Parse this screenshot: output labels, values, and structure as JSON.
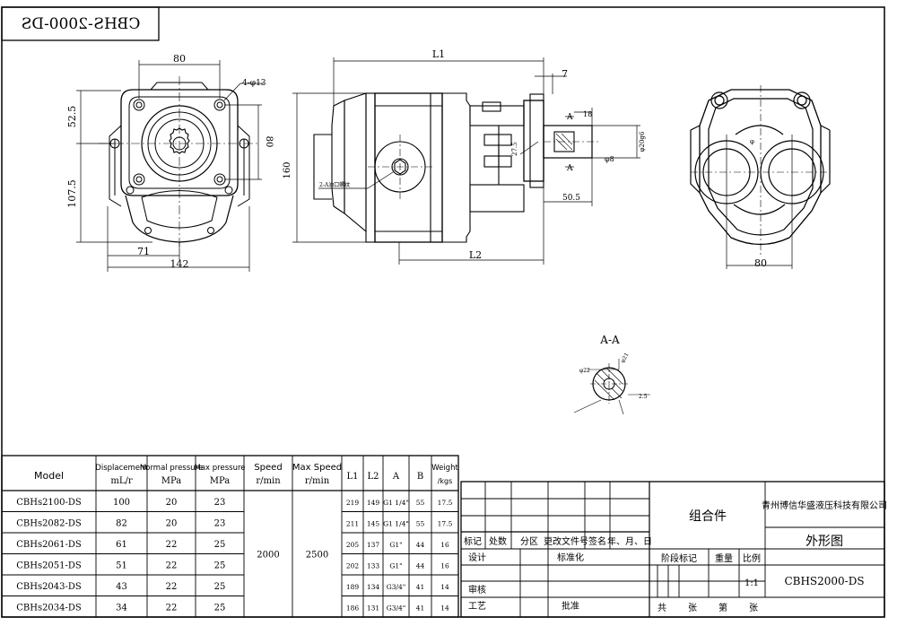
{
  "title_box": "CBHS-2000-DS",
  "views": {
    "front": {
      "dim_80": "80",
      "dim_52_5": "52.5",
      "dim_107_5": "107.5",
      "dim_80_v": "80",
      "dim_71": "71",
      "dim_142": "142",
      "holes": "4-φ13"
    },
    "side": {
      "L1": "L1",
      "L2": "L2",
      "dim_7": "7",
      "dim_160": "160",
      "dim_50_5": "50.5",
      "dim_18": "18",
      "dim_27_5": "27.5",
      "dim_phi8": "φ8",
      "A_mark": "A",
      "port_note": "2-A油口螺纹",
      "shaft_dia": "φ20g6"
    },
    "rear": {
      "dim_80": "80",
      "phi": "φ"
    },
    "section": {
      "title": "A-A",
      "d1": "φ22",
      "d2": "φ21",
      "d3": "2.5"
    }
  },
  "spec_table": {
    "headers": [
      {
        "top": "Model",
        "bot": ""
      },
      {
        "top": "Displacement",
        "bot": "mL/r"
      },
      {
        "top": "Normal pressure",
        "bot": "MPa"
      },
      {
        "top": "Max pressure",
        "bot": "MPa"
      },
      {
        "top": "Speed",
        "bot": "r/min"
      },
      {
        "top": "Max Speed",
        "bot": "r/min"
      },
      {
        "top": "L1",
        "bot": ""
      },
      {
        "top": "L2",
        "bot": ""
      },
      {
        "top": "A",
        "bot": ""
      },
      {
        "top": "B",
        "bot": ""
      },
      {
        "top": "Weight",
        "bot": "/kgs"
      }
    ],
    "rows": [
      {
        "model": "CBHs2100-DS",
        "disp": "100",
        "np": "20",
        "mp": "23",
        "L1": "219",
        "L2": "149",
        "A": "G1 1/4\"",
        "B": "55",
        "w": "17.5"
      },
      {
        "model": "CBHs2082-DS",
        "disp": "82",
        "np": "20",
        "mp": "23",
        "L1": "211",
        "L2": "145",
        "A": "G1 1/4\"",
        "B": "55",
        "w": "17.5"
      },
      {
        "model": "CBHs2061-DS",
        "disp": "61",
        "np": "22",
        "mp": "25",
        "L1": "205",
        "L2": "137",
        "A": "G1\"",
        "B": "44",
        "w": "16"
      },
      {
        "model": "CBHs2051-DS",
        "disp": "51",
        "np": "22",
        "mp": "25",
        "L1": "202",
        "L2": "133",
        "A": "G1\"",
        "B": "44",
        "w": "16"
      },
      {
        "model": "CBHs2043-DS",
        "disp": "43",
        "np": "22",
        "mp": "25",
        "L1": "189",
        "L2": "134",
        "A": "G3/4\"",
        "B": "41",
        "w": "14"
      },
      {
        "model": "CBHs2034-DS",
        "disp": "34",
        "np": "22",
        "mp": "25",
        "L1": "186",
        "L2": "131",
        "A": "G3/4\"",
        "B": "41",
        "w": "14"
      }
    ],
    "speed": "2000",
    "max_speed": "2500"
  },
  "title_block": {
    "rev_headers": [
      "标记",
      "处数",
      "分区",
      "更改文件号",
      "签名",
      "年、月、日"
    ],
    "design": "设计",
    "standard": "标准化",
    "check": "审核",
    "process": "工艺",
    "approve": "批准",
    "part_name": "组合件",
    "company": "青州博信华盛液压科技有限公司",
    "drawing_name": "外形图",
    "stage": "阶段标记",
    "weight": "重量",
    "ratio_label": "比例",
    "ratio": "1:1",
    "drawing_no": "CBHS2000-DS",
    "total": "共",
    "sheet_unit": "张",
    "page": "第",
    "page_unit": "张"
  }
}
